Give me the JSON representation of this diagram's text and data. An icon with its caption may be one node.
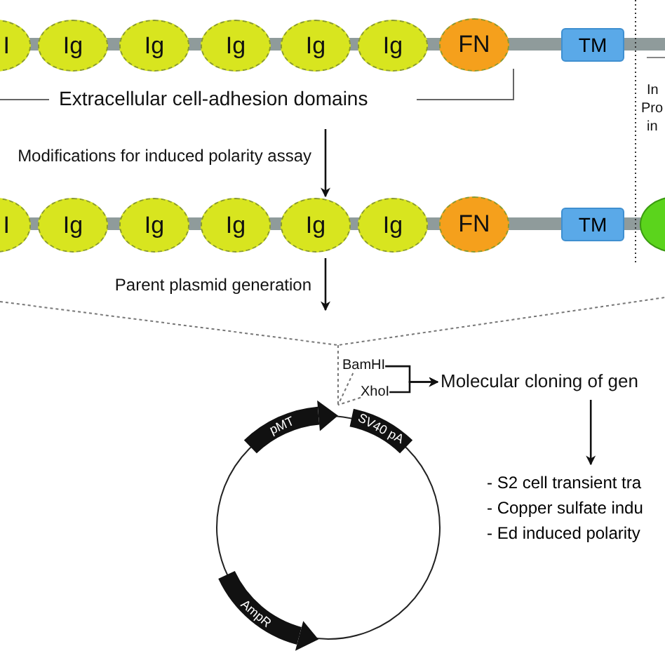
{
  "diagram": {
    "nodes": [
      {
        "text": [
          "I"
        ]
      },
      {
        "text": [
          "Ig"
        ]
      },
      {
        "text": [
          "Ig"
        ]
      },
      {
        "text": [
          "Ig"
        ]
      },
      {
        "text": [
          "Ig"
        ]
      },
      {
        "text": [
          "Ig"
        ]
      },
      {
        "text": [
          "FN"
        ]
      },
      {
        "text": [
          "TM"
        ]
      },
      {
        "text": [
          "I"
        ]
      },
      {
        "text": [
          "Ig"
        ]
      },
      {
        "text": [
          "Ig"
        ]
      },
      {
        "text": [
          "Ig"
        ]
      },
      {
        "text": [
          "Ig"
        ]
      },
      {
        "text": [
          "Ig"
        ]
      },
      {
        "text": [
          "FN"
        ]
      },
      {
        "text": [
          "TM"
        ]
      },
      {
        "text": [],
        "shape": "ellipse"
      },
      {
        "text": [
          "BamHI"
        ]
      },
      {
        "text": [
          "XhoI"
        ]
      },
      {
        "text": [
          "Molecular cloning of gen"
        ]
      },
      {
        "text": [
          "- S2 cell transient tra",
          "- Copper sulfate indu",
          "- Ed induced polarity"
        ]
      },
      {
        "text": [],
        "shape": "circle"
      },
      {
        "text": [
          "pMT"
        ]
      },
      {
        "text": [
          "SV40 pA"
        ]
      },
      {
        "text": [
          "AmpR"
        ]
      }
    ],
    "edges": [
      {
        "from": null,
        "to": 12,
        "arrow": "to",
        "label": "Modifications for induced polarity assay"
      },
      {
        "from": 12,
        "to": null,
        "arrow": "to",
        "label": "Parent plasmid generation"
      },
      {
        "from": 17,
        "to": 19,
        "arrow": "to"
      },
      {
        "from": 18,
        "to": 19,
        "arrow": "to"
      },
      {
        "from": 19,
        "to": 20,
        "arrow": "to"
      },
      {
        "from": 17,
        "to": 22,
        "arrow": "none",
        "style": "dashed",
        "color": "#777777"
      },
      {
        "from": 18,
        "to": 22,
        "arrow": "none",
        "style": "dashed",
        "color": "#777777"
      },
      {
        "from": null,
        "to": 22,
        "arrow": "none",
        "style": "dashed",
        "color": "#777777"
      }
    ],
    "labels": [
      "Extracellular cell-adhesion domains",
      "In",
      "Pro",
      "in"
    ]
  }
}
